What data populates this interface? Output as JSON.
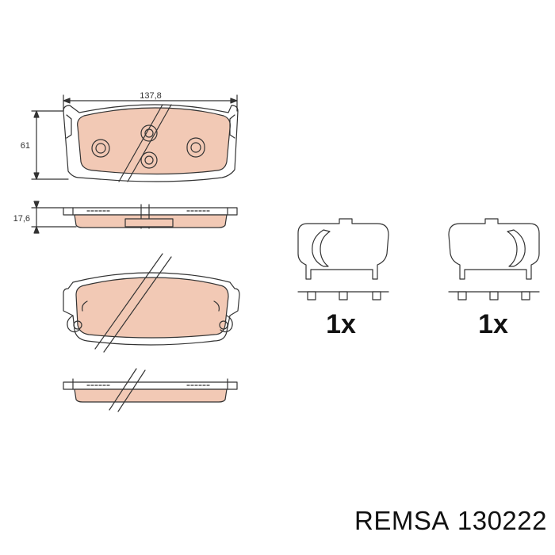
{
  "dimensions": {
    "width_label": "137,8",
    "height_label": "61",
    "thickness_label": "17,6"
  },
  "accessories": [
    {
      "quantity_label": "1x"
    },
    {
      "quantity_label": "1x"
    }
  ],
  "caption": {
    "brand": "REMSA",
    "part_number": "130222"
  },
  "colors": {
    "friction": "#f2c9b5",
    "outline": "#333333",
    "backing": "#ffffff"
  }
}
